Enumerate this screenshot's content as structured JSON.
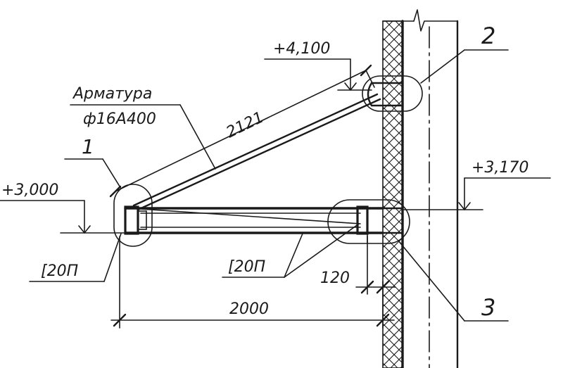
{
  "labels": {
    "elev_top": "+4,100",
    "elev_left": "+3,000",
    "elev_right": "+3,170",
    "rebar_title": "Арматура",
    "rebar_spec": "ф16А400",
    "length_diag": "2121",
    "length_span": "2000",
    "gap": "120",
    "channel_left": "[20П",
    "channel_right": "[20П",
    "callout_1": "1",
    "callout_2": "2",
    "callout_3": "3"
  },
  "colors": {
    "ink": "#1a1a1a",
    "background": "#ffffff"
  }
}
